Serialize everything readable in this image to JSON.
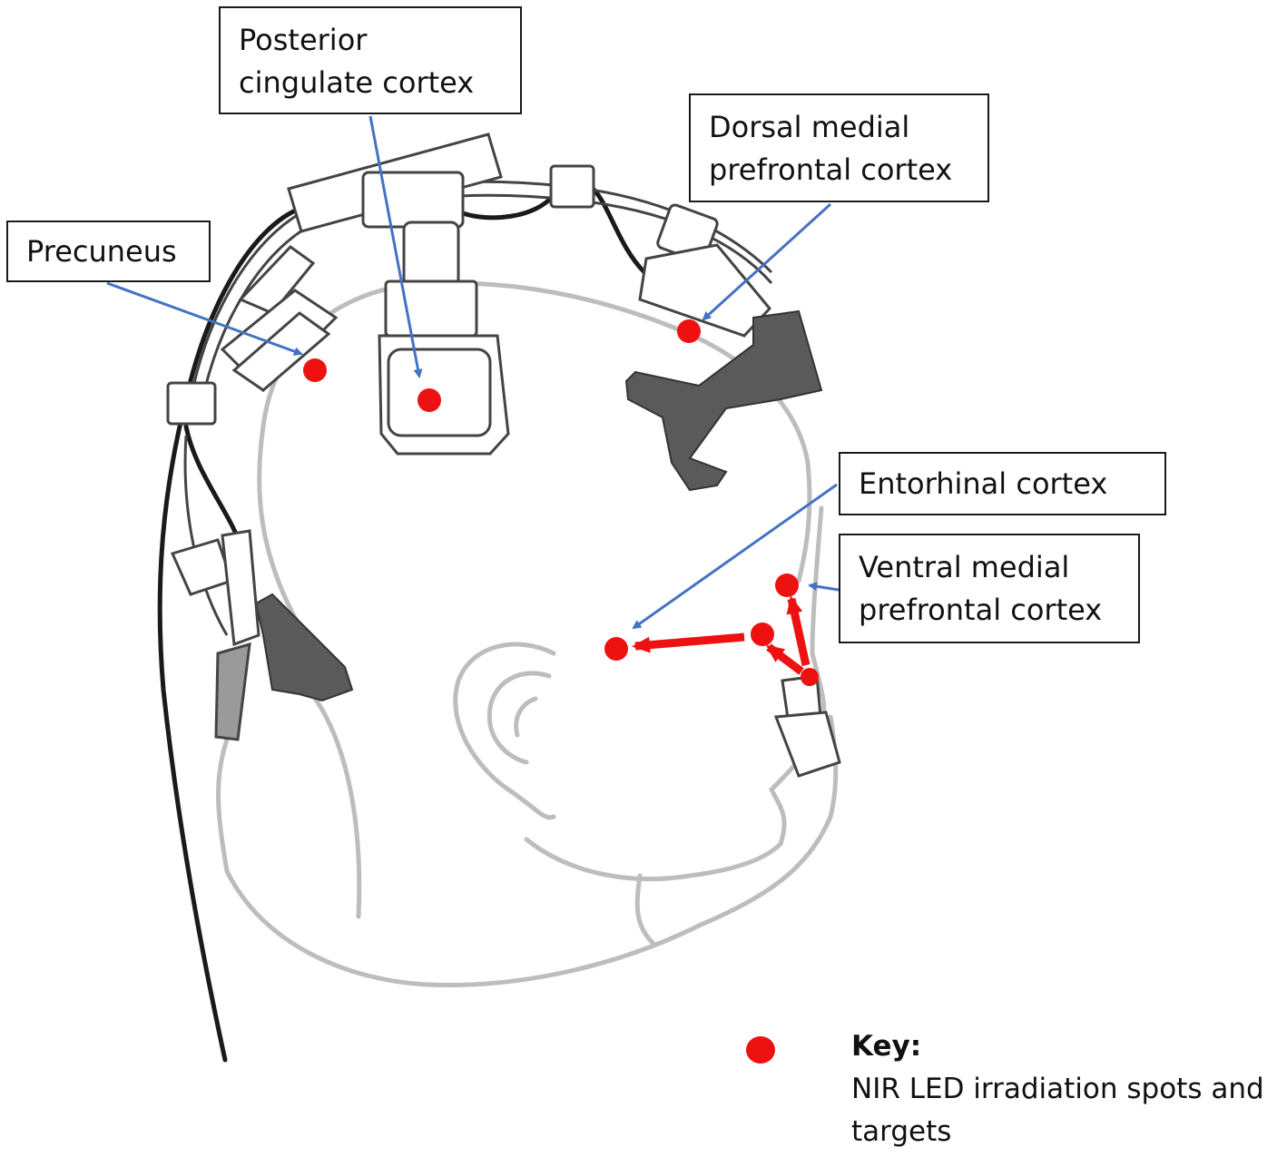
{
  "labels": {
    "posterior_cingulate": [
      "Posterior",
      "cingulate cortex"
    ],
    "dorsal_medial": [
      "Dorsal medial",
      "prefrontal cortex"
    ],
    "precuneus": [
      "Precuneus"
    ],
    "entorhinal": [
      "Entorhinal cortex"
    ],
    "ventral_medial": [
      "Ventral medial",
      "prefrontal cortex"
    ]
  },
  "key": {
    "title": "Key:",
    "text": "NIR LED irradiation spots and targets"
  },
  "colors": {
    "spot": "#ee1111",
    "pointer": "#4472c4",
    "outline": "#bdbdbd",
    "cable": "#1a1a1a",
    "pad": "#5a5a5a"
  }
}
